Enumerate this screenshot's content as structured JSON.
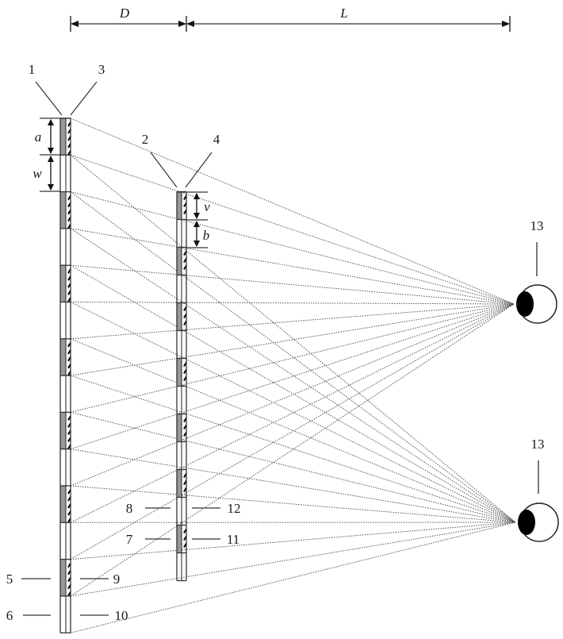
{
  "dimensions": {
    "D": "D",
    "L": "L"
  },
  "gap_labels": {
    "a": "a",
    "w": "w",
    "v": "v",
    "b": "b"
  },
  "callouts": {
    "c1": "1",
    "c2": "2",
    "c3": "3",
    "c4": "4",
    "c5": "5",
    "c6": "6",
    "c7": "7",
    "c8": "8",
    "c9": "9",
    "c10": "10",
    "c11": "11",
    "c12": "12",
    "c13_top": "13",
    "c13_bottom": "13"
  },
  "screen1": {
    "segments": 14,
    "first": "dark"
  },
  "screen2": {
    "segments": 14,
    "first": "dark"
  },
  "eyes": 2,
  "colors": {
    "line": "#333333",
    "dark_segment": "#999999",
    "ray": "#555555",
    "pupil": "#000000"
  }
}
